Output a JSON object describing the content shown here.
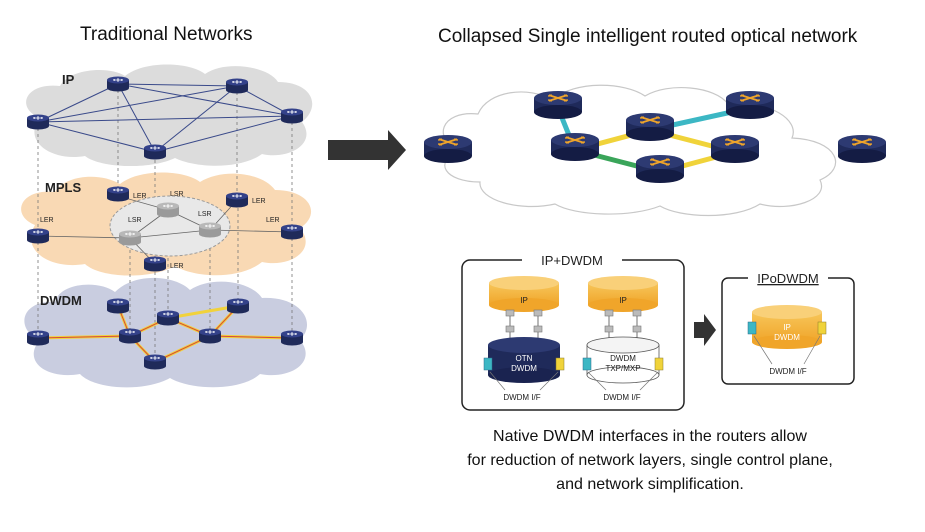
{
  "titles": {
    "left": "Traditional Networks",
    "right": "Collapsed Single intelligent routed optical network"
  },
  "layers": {
    "ip": "IP",
    "mpls": "MPLS",
    "dwdm": "DWDM"
  },
  "node_labels": {
    "ler": "LER",
    "lsr": "LSR"
  },
  "panels": {
    "ip_dwdm": {
      "title": "IP+DWDM",
      "router_label": "IP",
      "otn_line1": "OTN",
      "otn_line2": "DWDM",
      "txp_line1": "DWDM",
      "txp_line2": "TXP/MXP",
      "if_label_left": "DWDM I/F",
      "if_label_right": "DWDM I/F"
    },
    "ipodwdm": {
      "title": "IPoDWDM",
      "line1": "IP",
      "line2": "DWDM",
      "if_label": "DWDM I/F"
    }
  },
  "caption": [
    "Native DWDM interfaces in the routers allow",
    "for reduction of network layers, single control plane,",
    "and network simplification."
  ],
  "colors": {
    "router_navy": "#1f2a5a",
    "router_orange": "#f5b942",
    "cloud_ip": "#d9d9d9",
    "cloud_mpls": "#f9d9b4",
    "cloud_dwdm": "#c9cde0",
    "arrow": "#333333",
    "fiber_yellow": "#f1d23c",
    "fiber_red": "#d64a3a"
  },
  "icons": [
    "router-icon",
    "optical-switch-icon",
    "arrow-right-icon"
  ]
}
